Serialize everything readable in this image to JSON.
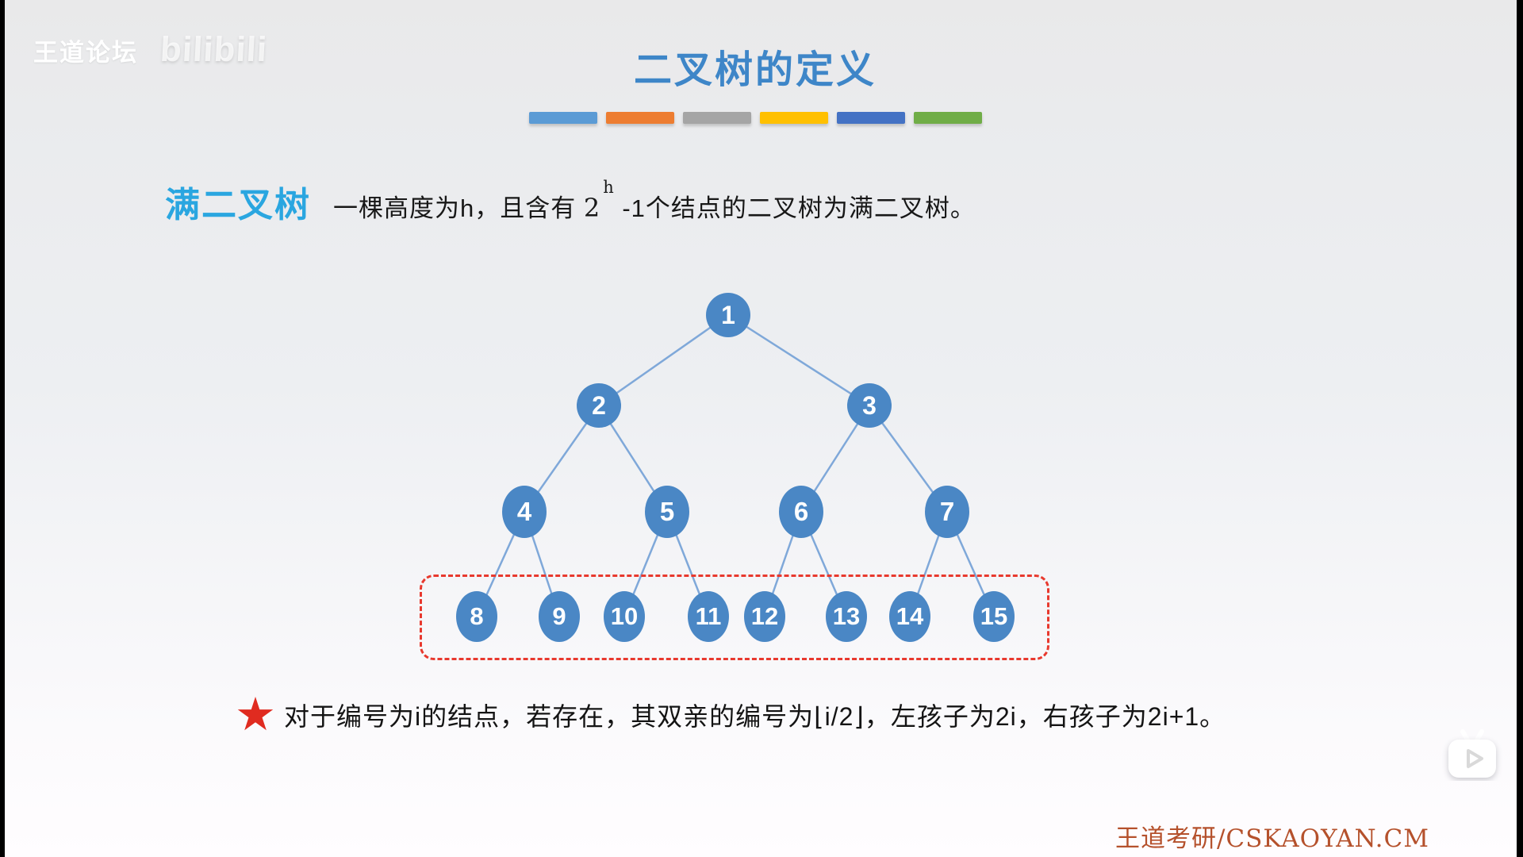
{
  "watermark": {
    "forum": "王道论坛",
    "bilibili": "bilibili"
  },
  "header": {
    "title": "二叉树的定义"
  },
  "divider_colors": [
    "#5B9BD5",
    "#ED7D31",
    "#A5A5A5",
    "#FFC000",
    "#4472C4",
    "#70AD47"
  ],
  "definition": {
    "term": "满二叉树",
    "text_before": "一棵高度为h，且含有 ",
    "base": "2",
    "exponent": "h",
    "text_after": " -1个结点的二叉树为满二叉树。"
  },
  "tree": {
    "node_color": "#4a87c5",
    "edge_color": "#7fa8d9",
    "nodes": [
      "1",
      "2",
      "3",
      "4",
      "5",
      "6",
      "7",
      "8",
      "9",
      "10",
      "11",
      "12",
      "13",
      "14",
      "15"
    ]
  },
  "leaf_box": {
    "color": "#e8392e"
  },
  "note": {
    "star": "★",
    "text": "对于编号为i的结点，若存在，其双亲的编号为⌊i/2⌋，左孩子为2i，右孩子为2i+1。"
  },
  "footer": {
    "brand": "王道考研/CSKAOYAN.CM"
  }
}
